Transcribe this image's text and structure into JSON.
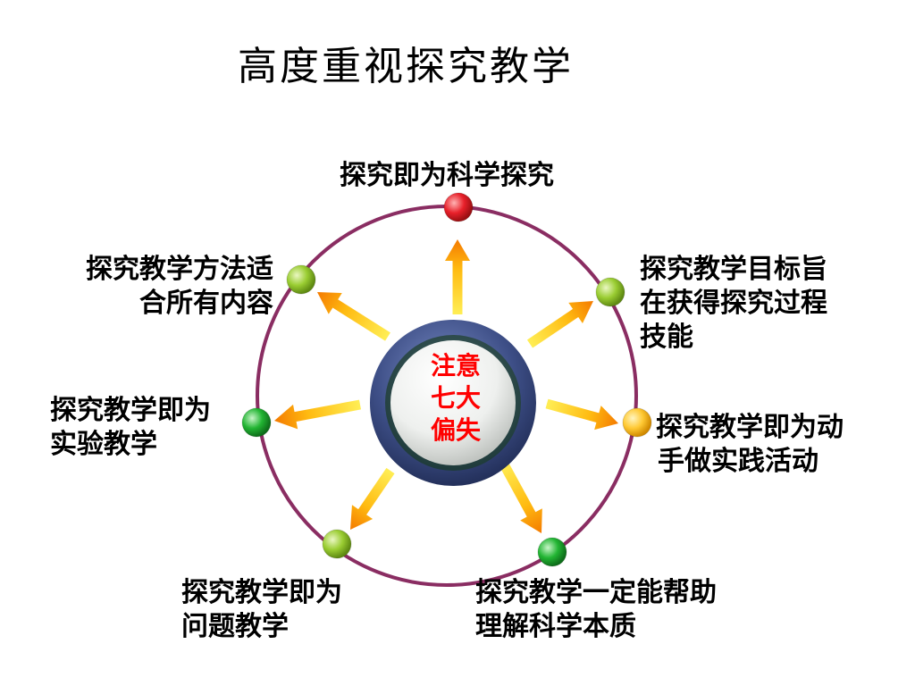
{
  "title": "高度重视探究教学",
  "center": {
    "lines": [
      "注意",
      "七大",
      "偏失"
    ]
  },
  "nodes": [
    {
      "id": "top",
      "lines": [
        "探究即为科学探究"
      ],
      "color": "red"
    },
    {
      "id": "upper-right",
      "lines": [
        "探究教学目标旨",
        "在获得探究过程",
        "技能"
      ],
      "color": "light-green"
    },
    {
      "id": "right",
      "lines": [
        "探究教学即为动",
        "手做实践活动"
      ],
      "color": "yellow"
    },
    {
      "id": "lower-right",
      "lines": [
        "探究教学一定能帮助",
        "理解科学本质"
      ],
      "color": "green"
    },
    {
      "id": "lower-left",
      "lines": [
        "探究教学即为",
        "问题教学"
      ],
      "color": "light-green"
    },
    {
      "id": "left",
      "lines": [
        "探究教学即为",
        "实验教学"
      ],
      "color": "green"
    },
    {
      "id": "upper-left",
      "lines": [
        "探究教学方法适",
        "合所有内容"
      ],
      "color": "light-green"
    }
  ]
}
